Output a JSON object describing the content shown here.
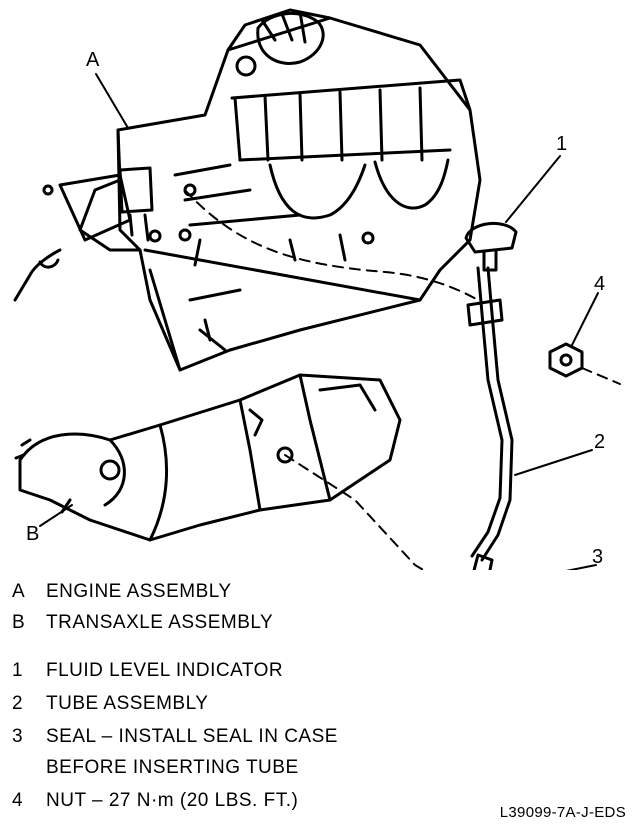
{
  "callouts": {
    "a": "A",
    "b": "B",
    "n1": "1",
    "n2": "2",
    "n3": "3",
    "n4": "4"
  },
  "legend": {
    "a": {
      "key": "A",
      "text": "ENGINE ASSEMBLY"
    },
    "b": {
      "key": "B",
      "text": "TRANSAXLE ASSEMBLY"
    },
    "n1": {
      "key": "1",
      "text": "FLUID LEVEL INDICATOR"
    },
    "n2": {
      "key": "2",
      "text": "TUBE ASSEMBLY"
    },
    "n3": {
      "key": "3",
      "text": "SEAL – INSTALL SEAL IN CASE",
      "text2": "BEFORE INSERTING TUBE"
    },
    "n4": {
      "key": "4",
      "text": "NUT – 27 N·m (20 LBS. FT.)"
    }
  },
  "figure_id": "L39099-7A-J-EDS"
}
